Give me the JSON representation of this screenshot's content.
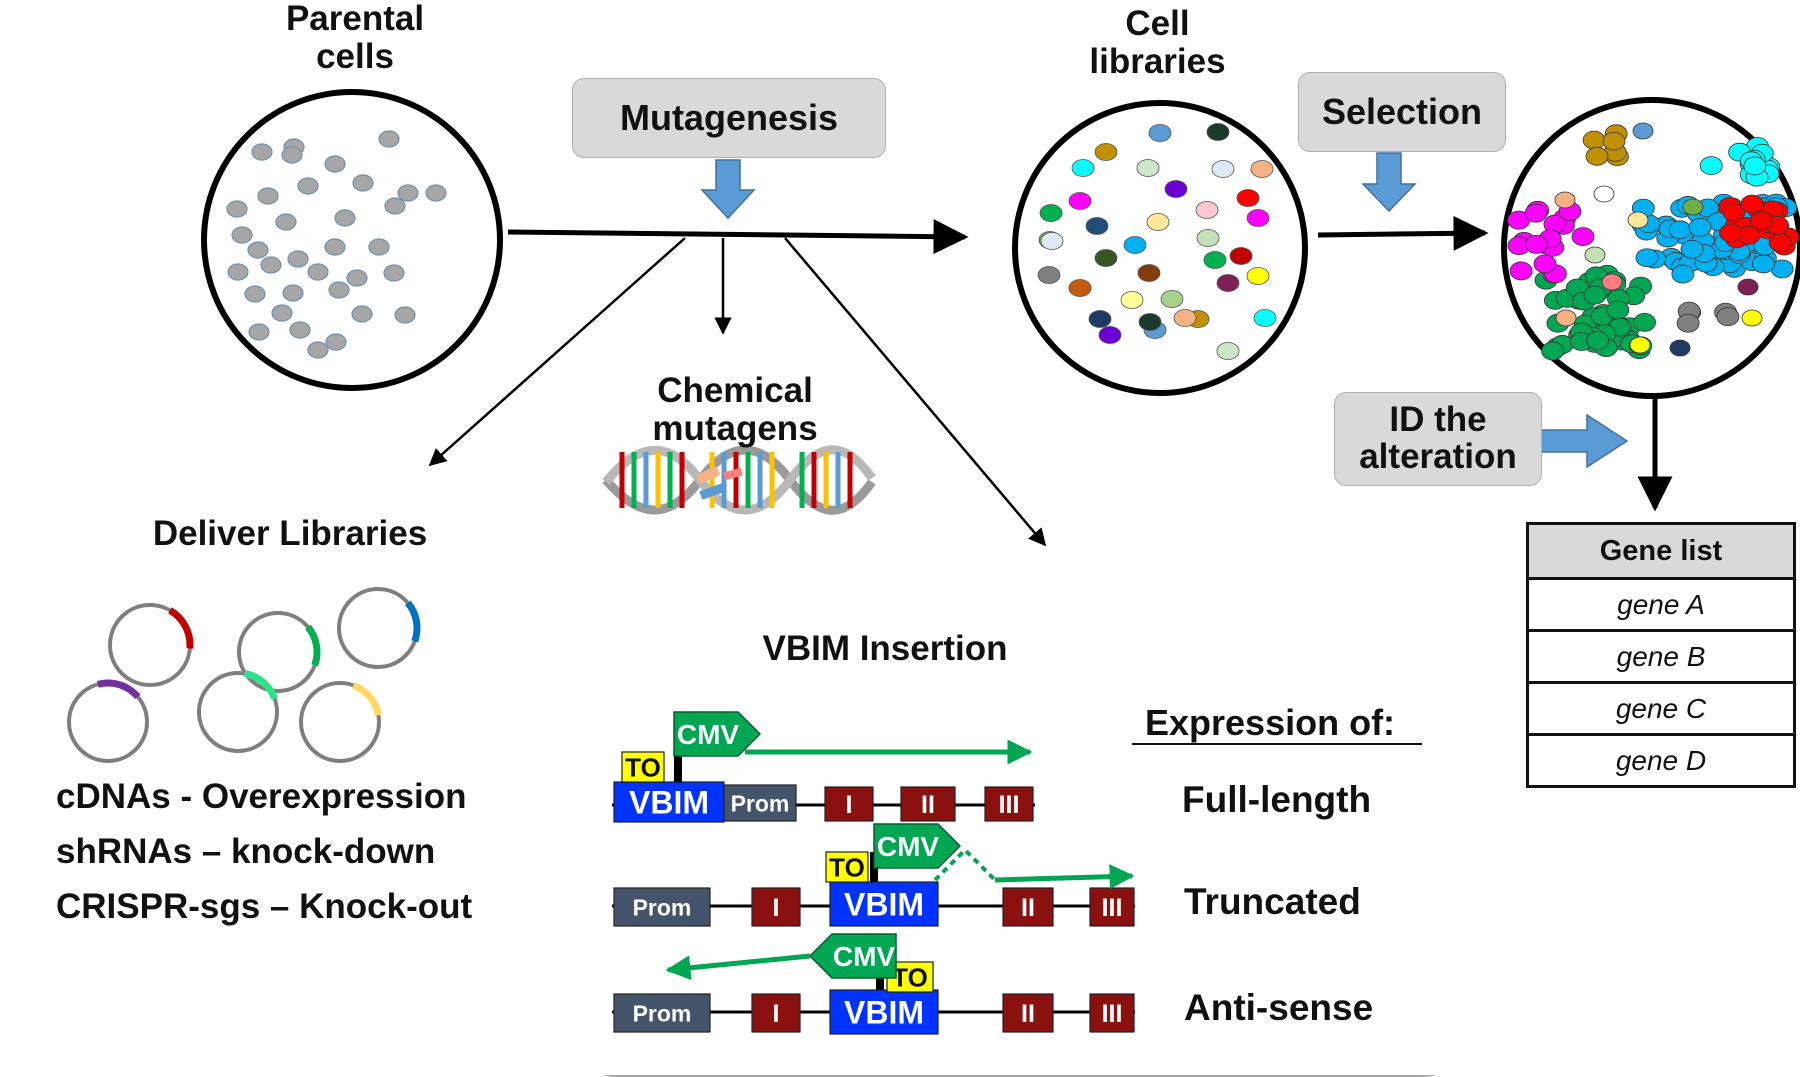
{
  "parental": {
    "label_line1": "Parental",
    "label_line2": "cells"
  },
  "cell_libraries": {
    "label_line1": "Cell",
    "label_line2": "libraries"
  },
  "mutagenesis": {
    "label": "Mutagenesis"
  },
  "selection": {
    "label": "Selection"
  },
  "id_alteration": {
    "line1": "ID the",
    "line2": "alteration"
  },
  "chemical": {
    "line1": "Chemical",
    "line2": "mutagens"
  },
  "deliver": {
    "title": "Deliver Libraries",
    "items": [
      "cDNAs - Overexpression",
      "shRNAs – knock-down",
      "CRISPR-sgs – Knock-out"
    ],
    "plasmid_colors": [
      "#c00000",
      "#00b050",
      "#0070c0",
      "#7030a0",
      "#2be38a",
      "#ffd966"
    ]
  },
  "vbim": {
    "title": "VBIM Insertion",
    "expression_heading": "Expression of:",
    "rows": [
      {
        "expression": "Full-length"
      },
      {
        "expression": "Truncated"
      },
      {
        "expression": "Anti-sense"
      }
    ],
    "tags": {
      "vbim": "VBIM",
      "cmv": "CMV",
      "to": "TO",
      "prom": "Prom"
    },
    "exons": [
      "I",
      "II",
      "III"
    ]
  },
  "gene_list": {
    "header": "Gene list",
    "genes": [
      "gene A",
      "gene B",
      "gene C",
      "gene D"
    ]
  },
  "colors": {
    "cell_gray": "#a6a6a6",
    "vbim_blue": "#0033ff",
    "cmv_green": "#00a651",
    "to_yellow": "#ffff00",
    "exon_red": "#8b1010",
    "prom_slate": "#44546a",
    "arrow_blue": "#5b9bd5"
  }
}
